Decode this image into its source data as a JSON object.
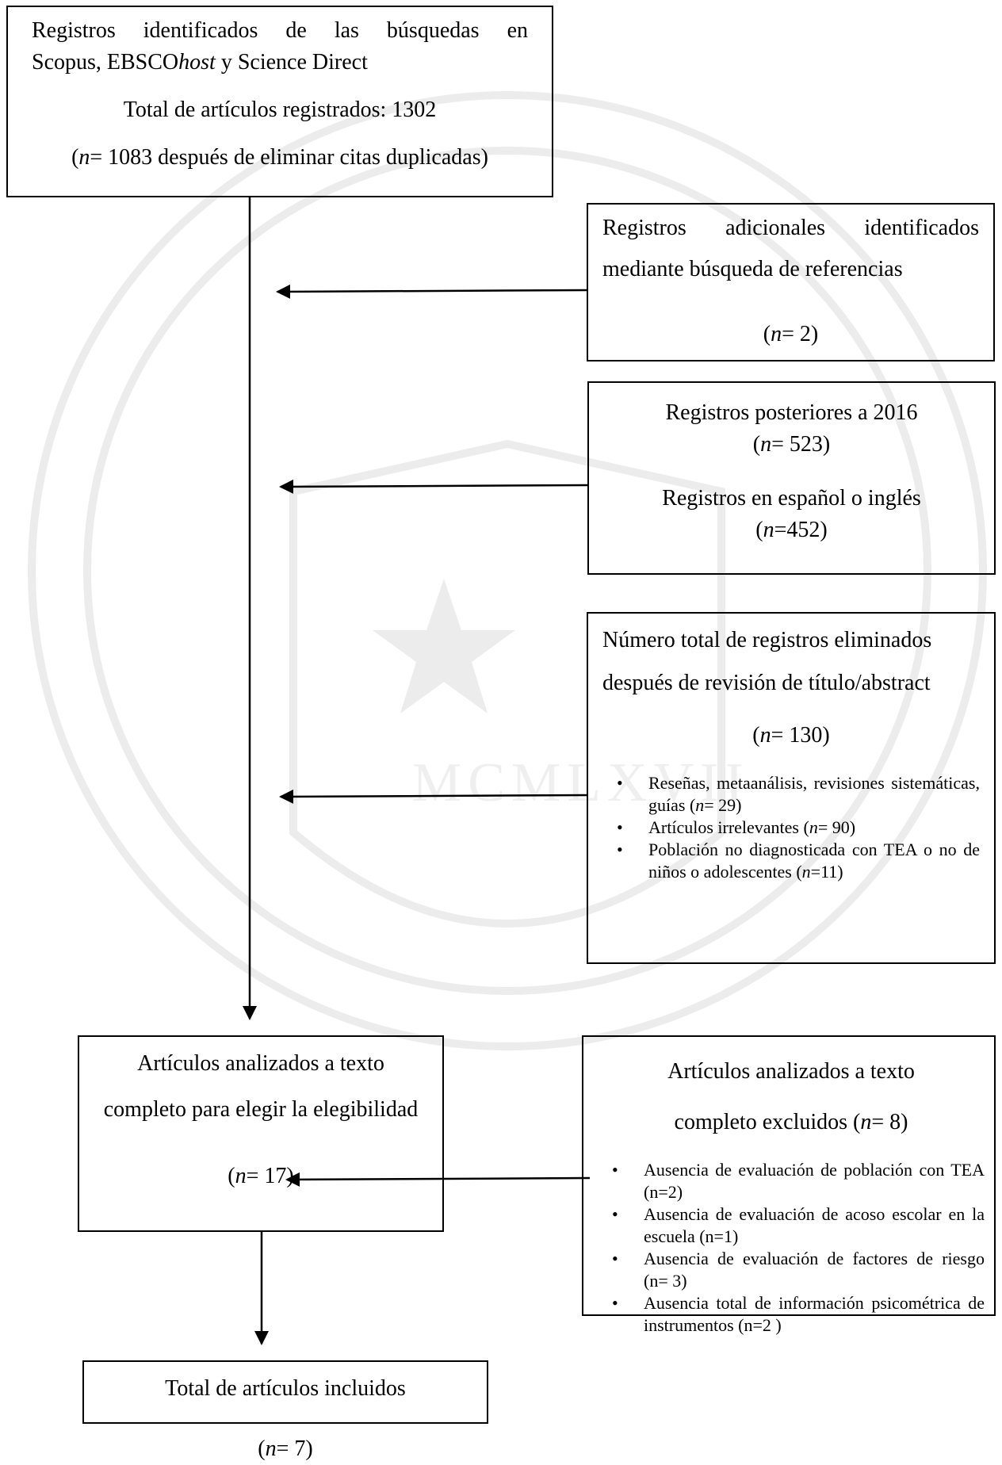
{
  "colors": {
    "line": "#000000",
    "watermark": "#ececec"
  },
  "watermark": {
    "name": "university-seal-watermark",
    "text": "MCMLXVII"
  },
  "box_search": {
    "line1": "Registros identificados de las búsquedas en",
    "line2_a": "Scopus, EBSCO",
    "line2_i": "host",
    "line2_b": " y Science Direct",
    "total": "Total de artículos registrados: 1302",
    "n_prefix": "(",
    "n_var": "n",
    "n_suffix": "= 1083 después de eliminar citas duplicadas)"
  },
  "box_additional": {
    "line1": "Registros adicionales identificados",
    "line2": "mediante búsqueda de referencias",
    "n_var": "n",
    "n_suffix": "= 2)"
  },
  "box_filters": {
    "line1": "Registros posteriores a 2016",
    "n1_var": "n",
    "n1_suffix": "= 523)",
    "line2": "Registros en español o inglés",
    "n2_var": "n",
    "n2_suffix": "=452)"
  },
  "box_title_review": {
    "line1": "Número total de registros eliminados",
    "line2": "después de revisión de título/abstract",
    "n_var": "n",
    "n_suffix": "= 130)",
    "items": [
      {
        "a": "Reseñas, metaanálisis, revisiones sistemáticas, guías (",
        "n": "n",
        "b": "= 29)"
      },
      {
        "a": "Artículos irrelevantes (",
        "n": "n",
        "b": "= 90)"
      },
      {
        "a": "Población no diagnosticada con TEA o no de niños o adolescentes (",
        "n": "n",
        "b": "=11)"
      }
    ]
  },
  "box_fulltext": {
    "line1": "Artículos analizados a texto",
    "line2": "completo para elegir la elegibilidad",
    "n_var": "n",
    "n_suffix": "= 17)"
  },
  "box_excluded": {
    "line1": "Artículos analizados a texto",
    "line2_a": "completo excluidos (",
    "n_var": "n",
    "line2_b": "= 8)",
    "items": [
      "Ausencia de evaluación de población con TEA (n=2)",
      "Ausencia de evaluación de acoso escolar en la escuela (n=1)",
      "Ausencia de evaluación de factores de riesgo (n= 3)",
      "Ausencia total de información psicométrica de instrumentos (n=2 )"
    ]
  },
  "box_included": {
    "line1": "Total de artículos incluidos",
    "n_var": "n",
    "n_suffix": "= 7)"
  }
}
